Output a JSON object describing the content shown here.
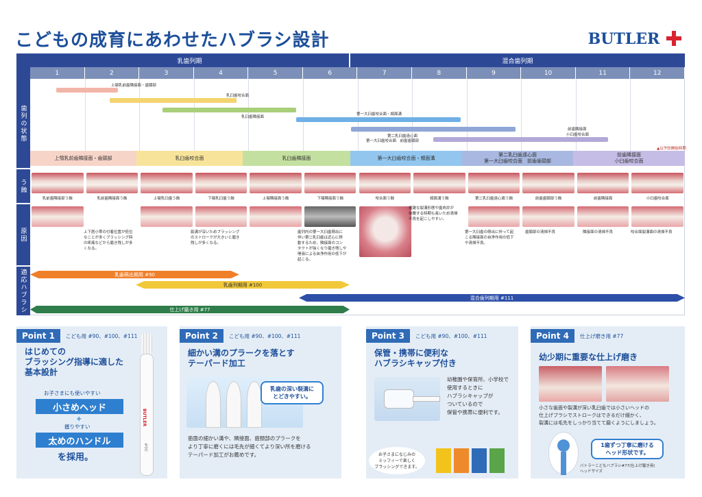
{
  "title": "こどもの成育にあわせたハブラシ設計",
  "logo": "BUTLER",
  "header": {
    "primary": "乳歯列期",
    "mixed": "混合歯列期"
  },
  "ages": [
    "1",
    "2",
    "3",
    "4",
    "5",
    "6",
    "7",
    "8",
    "9",
    "10",
    "11",
    "12"
  ],
  "sidebar": {
    "state": "歯列の状態",
    "caries": "う蝕",
    "cause": "原因",
    "brush": "適応ハブラシ"
  },
  "timeline": {
    "labels": {
      "l1": "上顎乳前歯隣接面・歯頸部",
      "l2": "乳臼歯咬合面",
      "l3": "乳臼歯隣接面",
      "l4": "第一大臼歯咬合面・頬面溝",
      "l5": "第二乳臼歯遠心面",
      "l6": "第一大臼歯咬合面　前歯歯頸部",
      "l7": "前歯隣接面",
      "l8": "小臼歯咬合面",
      "legend": "▲は予防開始時期"
    }
  },
  "stages": {
    "s1": "上顎乳前歯隣接面・歯頸部",
    "s2": "乳臼歯咬合面",
    "s3": "乳臼歯隣接面",
    "s4": "第一大臼歯咬合面・頬面溝",
    "s5": "第二乳臼歯遠心面\n第一大臼歯咬合面　前歯歯頸部",
    "s6": "前歯隣接面\n小臼歯咬合面"
  },
  "caries": [
    "乳前歯隣接部う蝕",
    "乳前歯隣接面う蝕",
    "上顎乳臼歯う蝕",
    "下顎乳臼歯う蝕",
    "上顎隣接面う蝕",
    "下顎隣接面う蝕",
    "咬合面う蝕",
    "頬面溝う蝕",
    "第二乳臼歯遠心面う蝕",
    "前歯歯頸部う蝕",
    "前歯隣接面",
    "小臼歯咬合面"
  ],
  "causes": {
    "c1": "上下唇小帯の付着位置が低位\nなことが多くブラッシング時\nの疼痛などから磨き残しが多\nくなる。",
    "c2": "裂溝が深いためブラッシング\nのストロークが大きいと磨き\n残しが多くなる。",
    "c3": "歯列内の第一大臼歯萌出に\n伴い第二乳臼歯は近心に移\n動するため、隣接面のコン\nタクトが強くなり磨き残しや\n唾液による自浄作用の低下が\n起こる。",
    "c4": "複雑な裂溝形態や歯肉弁が\n被覆する時期も長いため清掃\n不良を起こしやすい。",
    "c5": "第一大臼歯の萌出に伴って起\nこる隣接面の自浄作用の低下\nや清掃不良。",
    "c6": "歯頸部の清掃不良",
    "c7": "隣接面の清掃不良",
    "c8": "咬合面裂溝面の清掃不良"
  },
  "brushes": {
    "b1": "乳歯萌出期用 #90",
    "b2": "乳歯列期用 #100",
    "b3": "混合歯列期用 #111",
    "b4": "仕上げ磨き用 #77"
  },
  "points": [
    {
      "tag": "Point 1",
      "sub": "こども用 #90、#100、#111",
      "head": "はじめての\nブラッシング指導に適した\n基本設計",
      "note1": "お子さまにも使いやすい",
      "box1": "小さめヘッド",
      "plus": "+",
      "note2": "握りやすい",
      "box2": "太めのハンドル",
      "tail": "を採用。",
      "brand": "BUTLER",
      "model": "#90"
    },
    {
      "tag": "Point 2",
      "sub": "こども用 #90、#100、#111",
      "head": "細かい溝のプラークを落とす\nテーパード加工",
      "bubble": "乳歯の深い裂溝に\nとどきやすい。",
      "body": "歯面の細かい溝や、隣接面、歯頸部のプラークを\nより丁寧に磨くには毛先が細くてより深い所を磨ける\nテーパード加工がお薦めです。"
    },
    {
      "tag": "Point 3",
      "sub": "こども用 #90、#100、#111",
      "head": "保管・携帯に便利な\nハブラシキャップ付き",
      "body": "幼稚園や保育所、小学校で\n使用するときに\nハブラシキャップが\nついているので\n保管や携帯に便利です。",
      "bubble": "お子さまになじみの\nミッフィーで楽しく\nブラッシングできます。"
    },
    {
      "tag": "Point 4",
      "sub": "仕上げ磨き用 #77",
      "head": "幼少期に重要な仕上げ磨き",
      "body": "小さな歯面や裂溝が深い乳臼歯では小さいヘッドの\n仕上げブラシでストロークはできるだけ細かく、\n裂溝には毛先をしっかり当てて磨くようにしましょう。",
      "bubble": "1歯ずつ丁寧に磨ける\nヘッド形状です。",
      "caption": "バトラーこどもハブラシ#77(仕上げ磨き用)\nヘッドサイズ"
    }
  ],
  "colors": {
    "navy": "#2d4996",
    "blue": "#2f6bb7",
    "pink": "#f2b6a8",
    "yellow": "#f3d46e",
    "green": "#a9cf7a",
    "lightblue": "#6fb0e6",
    "lavender": "#b3a9d8",
    "orange": "#f07f2a"
  }
}
